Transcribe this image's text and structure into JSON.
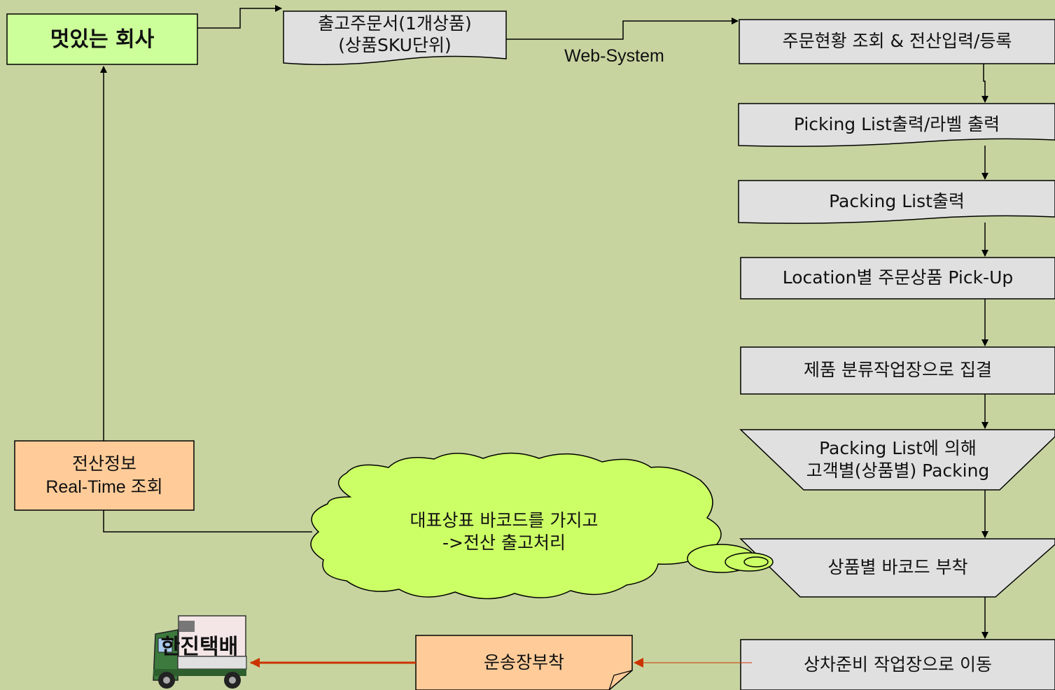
{
  "company": "멋있는 회사",
  "order_doc": {
    "line1": "출고주문서(1개상품)",
    "line2": "(상품SKU단위)"
  },
  "web_system": "Web-System",
  "steps": [
    "주문현황 조회 & 전산입력/등록",
    "Picking List출력/라벨 출력",
    "Packing List출력",
    "Location별 주문상품 Pick-Up",
    "제품 분류작업장으로 집결",
    "Packing List에 의해\n고객별(상품별) Packing",
    "상품별 바코드 부착",
    "상차준비 작업장으로 이동"
  ],
  "realtime": {
    "line1": "전산정보",
    "line2": "Real-Time 조회"
  },
  "cloud": {
    "line1": "대표상표 바코드를 가지고",
    "line2": "->전산 출고처리"
  },
  "waybill": "운송장부착",
  "courier": "한진택배",
  "colors": {
    "background": "#c7d4a0",
    "company_box": "#ccff99",
    "process_box": "#e0e0e0",
    "orange_box": "#ffcc99",
    "cloud": "#ccff66",
    "red_arrow": "#cc3300"
  },
  "icons": {
    "truck": "truck-icon"
  }
}
